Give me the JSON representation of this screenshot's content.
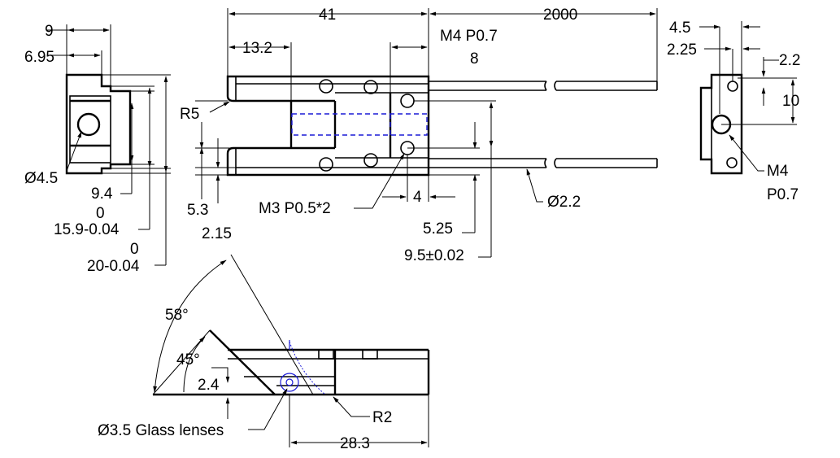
{
  "front_view": {
    "dim_9": "9",
    "dim_6_95": "6.95",
    "hole": "Ø4.5",
    "dim_9_4": "9.4",
    "tol_15_9_upper": "0",
    "dim_15_9": "15.9-0.04",
    "tol_20_upper": "0",
    "dim_20": "20-0.04"
  },
  "top_view": {
    "dim_41": "41",
    "dim_2000": "2000",
    "dim_13_2": "13.2",
    "thread_m4": "M4   P0.7",
    "depth_8": "8",
    "radius_r5": "R5",
    "dim_5_3": "5.3",
    "dim_2_15": "2.15",
    "thread_m3": "M3   P0.5*2",
    "dim_4": "4",
    "dim_5_25": "5.25",
    "dim_9_5": "9.5±0.02",
    "fiber_dia": "Ø2.2"
  },
  "side_view": {
    "dim_4_5": "4.5",
    "dim_2_25": "2.25",
    "dim_2_2": "2.2",
    "dim_10": "10",
    "thread_m4": "M4",
    "pitch": "P0.7"
  },
  "bottom_view": {
    "angle_58": "58°",
    "angle_45": "45°",
    "dim_2_4": "2.4",
    "lens": "Ø3.5 Glass lenses",
    "radius_r2": "R2",
    "dim_28_3": "28.3"
  }
}
